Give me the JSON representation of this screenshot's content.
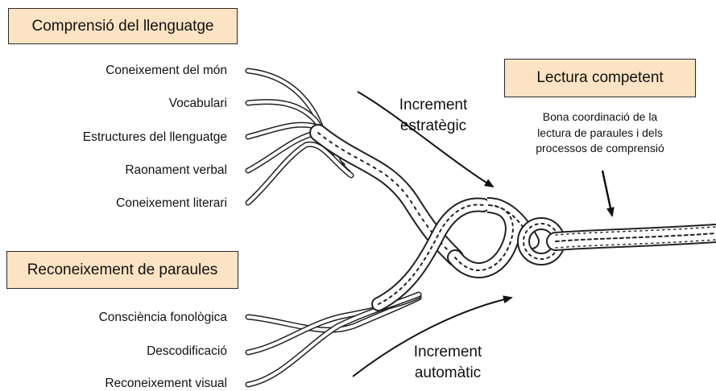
{
  "boxes": {
    "language_comprehension": "Comprensió del llenguatge",
    "word_recognition": "Reconeixement de paraules",
    "skilled_reading": "Lectura competent"
  },
  "comprehension_strands": [
    "Coneixement del món",
    "Vocabulari",
    "Estructures del llenguatge",
    "Raonament verbal",
    "Coneixement literari"
  ],
  "recognition_strands": [
    "Consciència fonològica",
    "Descodificació",
    "Reconeixement visual"
  ],
  "captions": {
    "strategic_line1": "Increment",
    "strategic_line2": "estratègic",
    "automatic_line1": "Increment",
    "automatic_line2": "automàtic"
  },
  "note": {
    "line1": "Bona coordinació de la",
    "line2": "lectura de paraules i dels",
    "line3": "processos de comprensió"
  }
}
